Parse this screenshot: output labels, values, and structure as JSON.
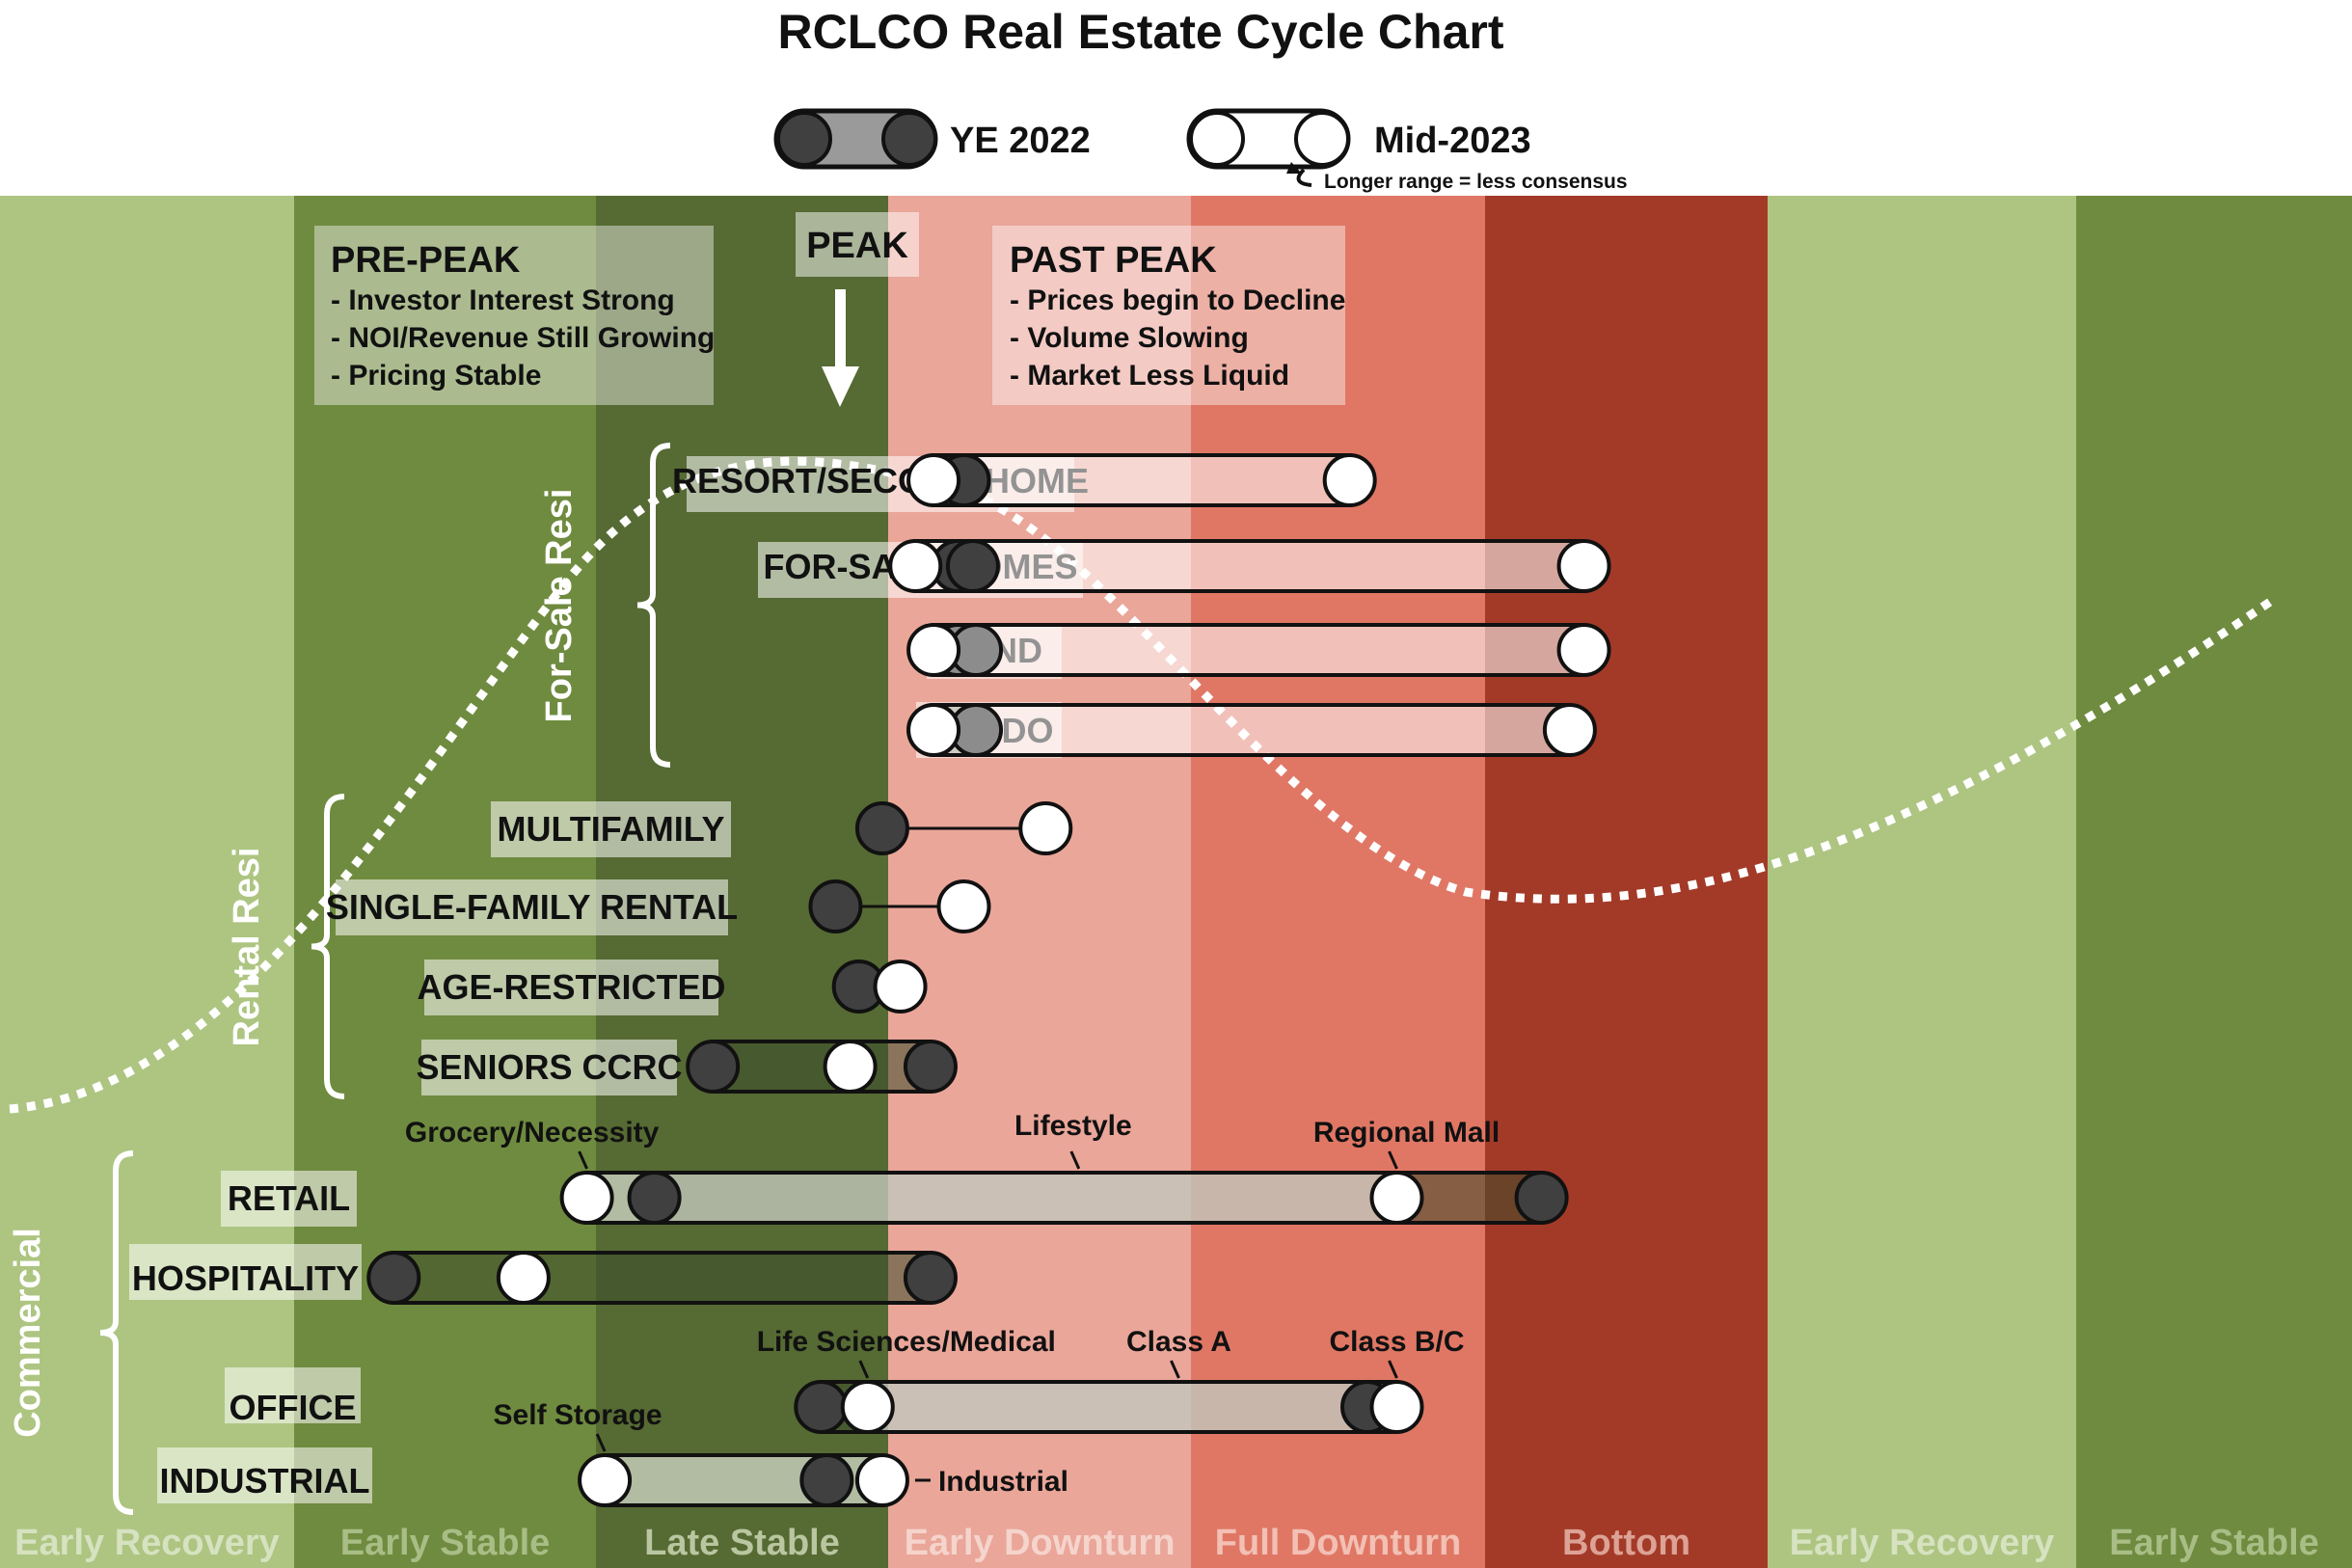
{
  "chart_data": {
    "type": "range",
    "title": "RCLCO Real Estate Cycle Chart",
    "legend": {
      "ye2022": "YE 2022",
      "mid2023": "Mid-2023",
      "note": "Longer range = less consensus",
      "placement": "top-center"
    },
    "colors": {
      "ye2022_marker": "#404040",
      "mid2023_marker": "#ffffff",
      "early_recovery": "#adc581",
      "early_stable": "#6f8b3f",
      "late_stable": "#566a33",
      "early_downturn": "#eaa699",
      "full_downturn": "#e07765",
      "bottom": "#a33a28",
      "curve": "#ffffff"
    },
    "phases": [
      "Early Recovery",
      "Early Stable",
      "Late Stable",
      "Early Downturn",
      "Full Downturn",
      "Bottom",
      "Early Recovery",
      "Early Stable"
    ],
    "callouts": {
      "prepeak": {
        "title": "PRE-PEAK",
        "bullets": [
          "- Investor Interest Strong",
          "- NOI/Revenue Still Growing",
          "- Pricing Stable"
        ]
      },
      "peak": {
        "title": "PEAK"
      },
      "pastpeak": {
        "title": "PAST PEAK",
        "bullets": [
          "- Prices begin to Decline",
          "- Volume Slowing",
          "- Market Less Liquid"
        ]
      }
    },
    "groups": [
      {
        "label": "For-Sale Resi",
        "rows": [
          "RESORT/SECOND HOME",
          "FOR-SALE HOMES",
          "LAND",
          "CONDO"
        ]
      },
      {
        "label": "Rental Resi",
        "rows": [
          "MULTIFAMILY",
          "SINGLE-FAMILY RENTAL",
          "AGE-RESTRICTED",
          "SENIORS CCRC"
        ]
      },
      {
        "label": "Commercial",
        "rows": [
          "RETAIL",
          "HOSPITALITY",
          "OFFICE",
          "INDUSTRIAL"
        ]
      }
    ],
    "rows": [
      {
        "label": "RESORT/SECOND HOME",
        "ye2022": [
          3.2,
          3.25
        ],
        "mid2023": [
          3.15,
          4.54
        ]
      },
      {
        "label": "FOR-SALE HOMES",
        "ye2022": [
          3.23,
          3.28
        ],
        "mid2023": [
          3.09,
          5.35
        ]
      },
      {
        "label": "LAND",
        "ye2022": [
          3.23,
          3.29
        ],
        "mid2023": [
          3.15,
          5.35
        ]
      },
      {
        "label": "CONDO",
        "ye2022": [
          3.15,
          3.29
        ],
        "mid2023": [
          3.15,
          5.3
        ]
      },
      {
        "label": "MULTIFAMILY",
        "ye2022": [
          2.98,
          2.98
        ],
        "mid2023": [
          3.52,
          3.52
        ]
      },
      {
        "label": "SINGLE-FAMILY RENTAL",
        "ye2022": [
          2.82,
          2.82
        ],
        "mid2023": [
          3.25,
          3.25
        ]
      },
      {
        "label": "AGE-RESTRICTED",
        "ye2022": [
          2.9,
          2.9
        ],
        "mid2023": [
          3.04,
          3.04
        ]
      },
      {
        "label": "SENIORS CCRC",
        "ye2022": [
          2.4,
          3.14
        ],
        "mid2023": [
          2.87,
          2.87
        ]
      },
      {
        "label": "RETAIL",
        "ye2022": [
          2.2,
          5.2
        ],
        "mid2023": [
          1.97,
          4.7
        ],
        "callouts": [
          {
            "text": "Grocery/Necessity",
            "value": 1.97
          },
          {
            "text": "Lifestyle",
            "value": 3.63
          },
          {
            "text": "Regional Mall",
            "value": 4.7
          }
        ]
      },
      {
        "label": "HOSPITALITY",
        "ye2022": [
          1.33,
          3.14
        ],
        "mid2023": [
          1.76,
          1.76
        ]
      },
      {
        "label": "OFFICE",
        "ye2022": [
          2.77,
          4.6
        ],
        "mid2023": [
          2.93,
          4.7
        ],
        "callouts": [
          {
            "text": "Life Sciences/Medical",
            "value": 2.93
          },
          {
            "text": "Class A",
            "value": 3.96
          },
          {
            "text": "Class B/C",
            "value": 4.7
          }
        ]
      },
      {
        "label": "INDUSTRIAL",
        "ye2022": [
          2.79,
          2.79
        ],
        "mid2023": [
          2.03,
          2.98
        ],
        "callouts": [
          {
            "text": "Self Storage",
            "value": 2.03
          },
          {
            "text": "Industrial",
            "value": 2.98
          }
        ]
      }
    ]
  }
}
